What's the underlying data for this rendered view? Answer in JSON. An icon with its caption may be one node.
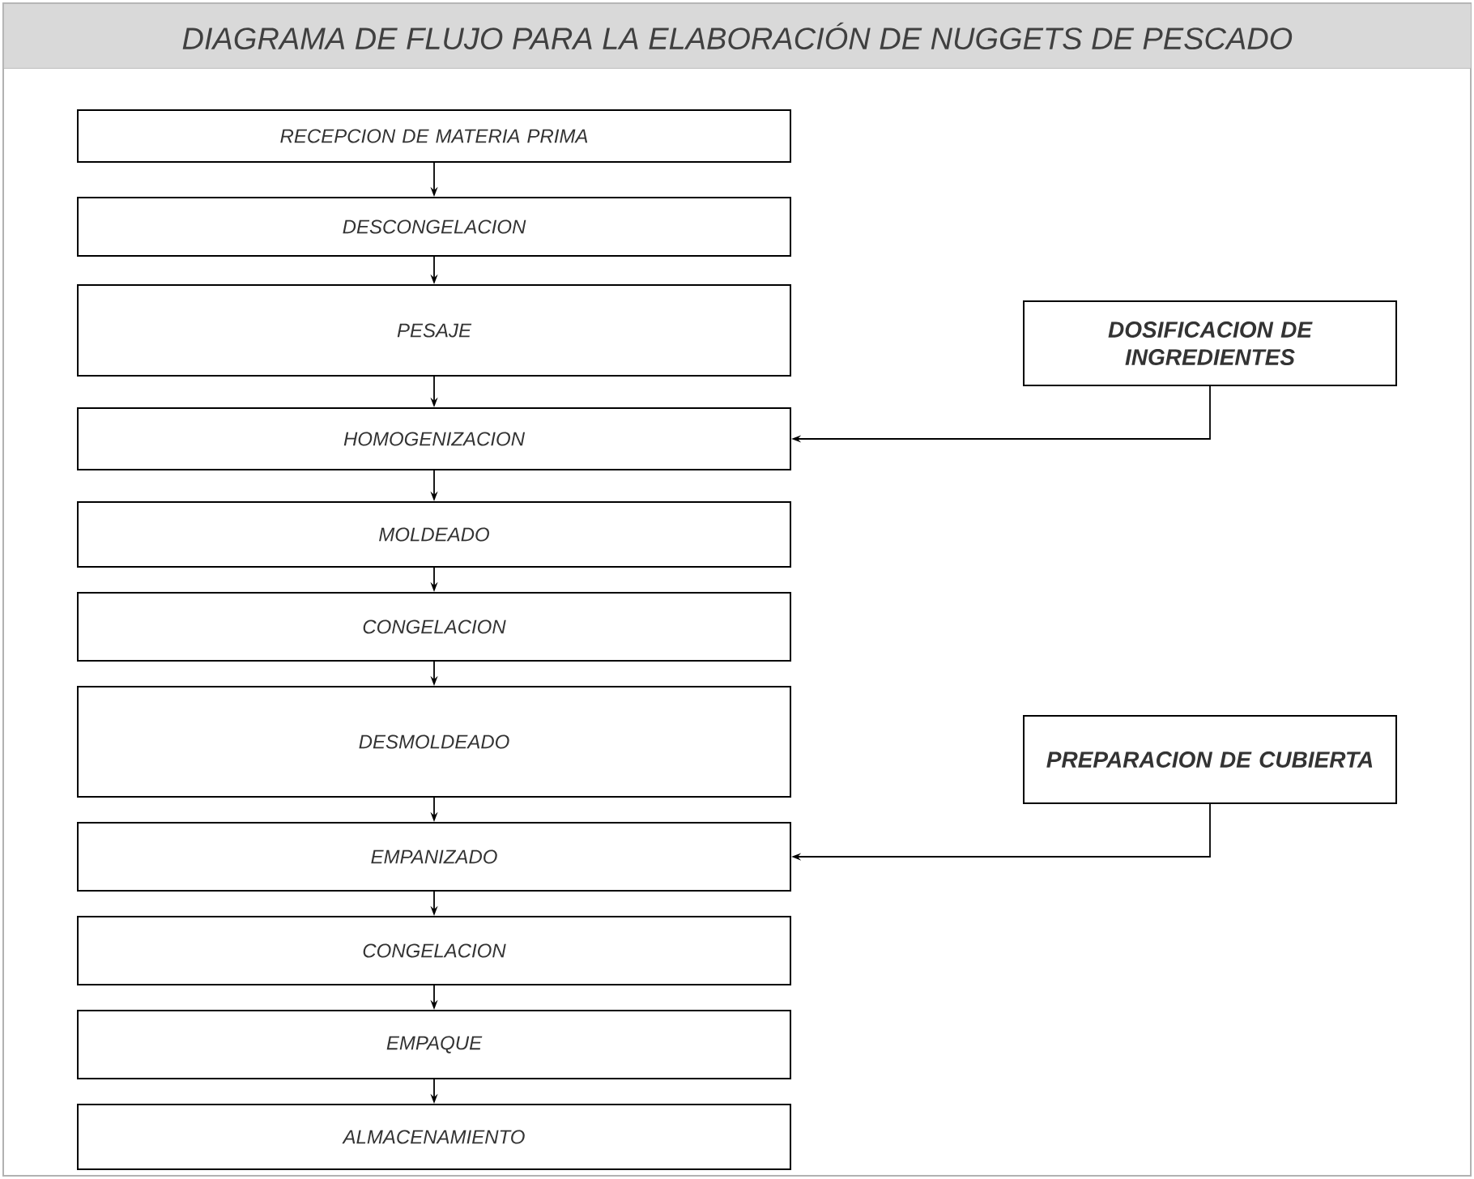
{
  "diagram": {
    "title": "DIAGRAMA DE FLUJO PARA LA ELABORACIÓN DE NUGGETS DE PESCADO",
    "nodes": [
      {
        "text": [
          "RECEPCION DE MATERIA PRIMA"
        ]
      },
      {
        "text": [
          "DESCONGELACION"
        ]
      },
      {
        "text": [
          "PESAJE"
        ]
      },
      {
        "text": [
          "HOMOGENIZACION"
        ]
      },
      {
        "text": [
          "MOLDEADO"
        ]
      },
      {
        "text": [
          "CONGELACION"
        ]
      },
      {
        "text": [
          "DESMOLDEADO"
        ]
      },
      {
        "text": [
          "EMPANIZADO"
        ]
      },
      {
        "text": [
          "CONGELACION"
        ]
      },
      {
        "text": [
          "EMPAQUE"
        ]
      },
      {
        "text": [
          "ALMACENAMIENTO"
        ]
      },
      {
        "text": [
          "DOSIFICACION DE INGREDIENTES"
        ]
      },
      {
        "text": [
          "PREPARACION DE CUBIERTA"
        ]
      }
    ],
    "edges": [
      {
        "from": 0,
        "to": 1,
        "arrow": "to"
      },
      {
        "from": 1,
        "to": 2,
        "arrow": "to"
      },
      {
        "from": 2,
        "to": 3,
        "arrow": "to"
      },
      {
        "from": 3,
        "to": 4,
        "arrow": "to"
      },
      {
        "from": 4,
        "to": 5,
        "arrow": "to"
      },
      {
        "from": 5,
        "to": 6,
        "arrow": "to"
      },
      {
        "from": 6,
        "to": 7,
        "arrow": "to"
      },
      {
        "from": 7,
        "to": 8,
        "arrow": "to"
      },
      {
        "from": 8,
        "to": 9,
        "arrow": "to"
      },
      {
        "from": 9,
        "to": 10,
        "arrow": "to"
      },
      {
        "from": 11,
        "to": 3,
        "arrow": "to"
      },
      {
        "from": 12,
        "to": 7,
        "arrow": "to"
      }
    ]
  }
}
